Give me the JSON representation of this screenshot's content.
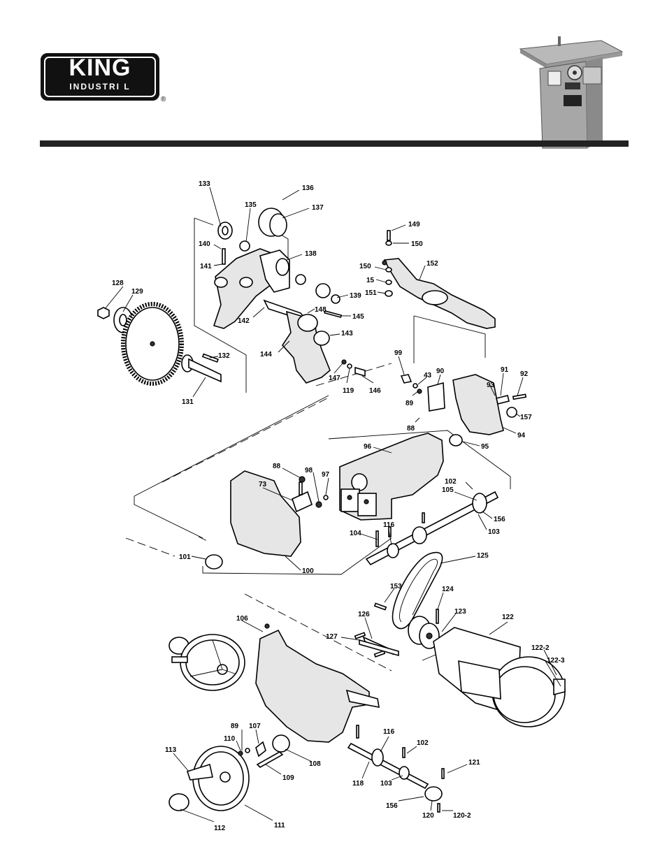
{
  "header": {
    "logo_brand": "KING",
    "logo_sub": "INDUSTRI  L",
    "registered_mark": "®"
  },
  "icons": {
    "logo": "king-industrial-logo",
    "photo": "table-saw-photo"
  },
  "labels": [
    "133",
    "136",
    "135",
    "137",
    "149",
    "150",
    "140",
    "141",
    "138",
    "150",
    "152",
    "15",
    "151",
    "128",
    "129",
    "139",
    "148",
    "145",
    "142",
    "143",
    "144",
    "132",
    "99",
    "43",
    "90",
    "91",
    "92",
    "131",
    "147",
    "119",
    "146",
    "89",
    "93",
    "157",
    "88",
    "94",
    "95",
    "96",
    "88",
    "98",
    "73",
    "97",
    "102",
    "105",
    "156",
    "103",
    "116",
    "104",
    "101",
    "100",
    "125",
    "153",
    "124",
    "123",
    "122",
    "106",
    "126",
    "127",
    "122-2",
    "122-3",
    "89",
    "107",
    "110",
    "108",
    "113",
    "109",
    "116",
    "102",
    "121",
    "118",
    "103",
    "156",
    "120",
    "120-2",
    "112",
    "111"
  ]
}
